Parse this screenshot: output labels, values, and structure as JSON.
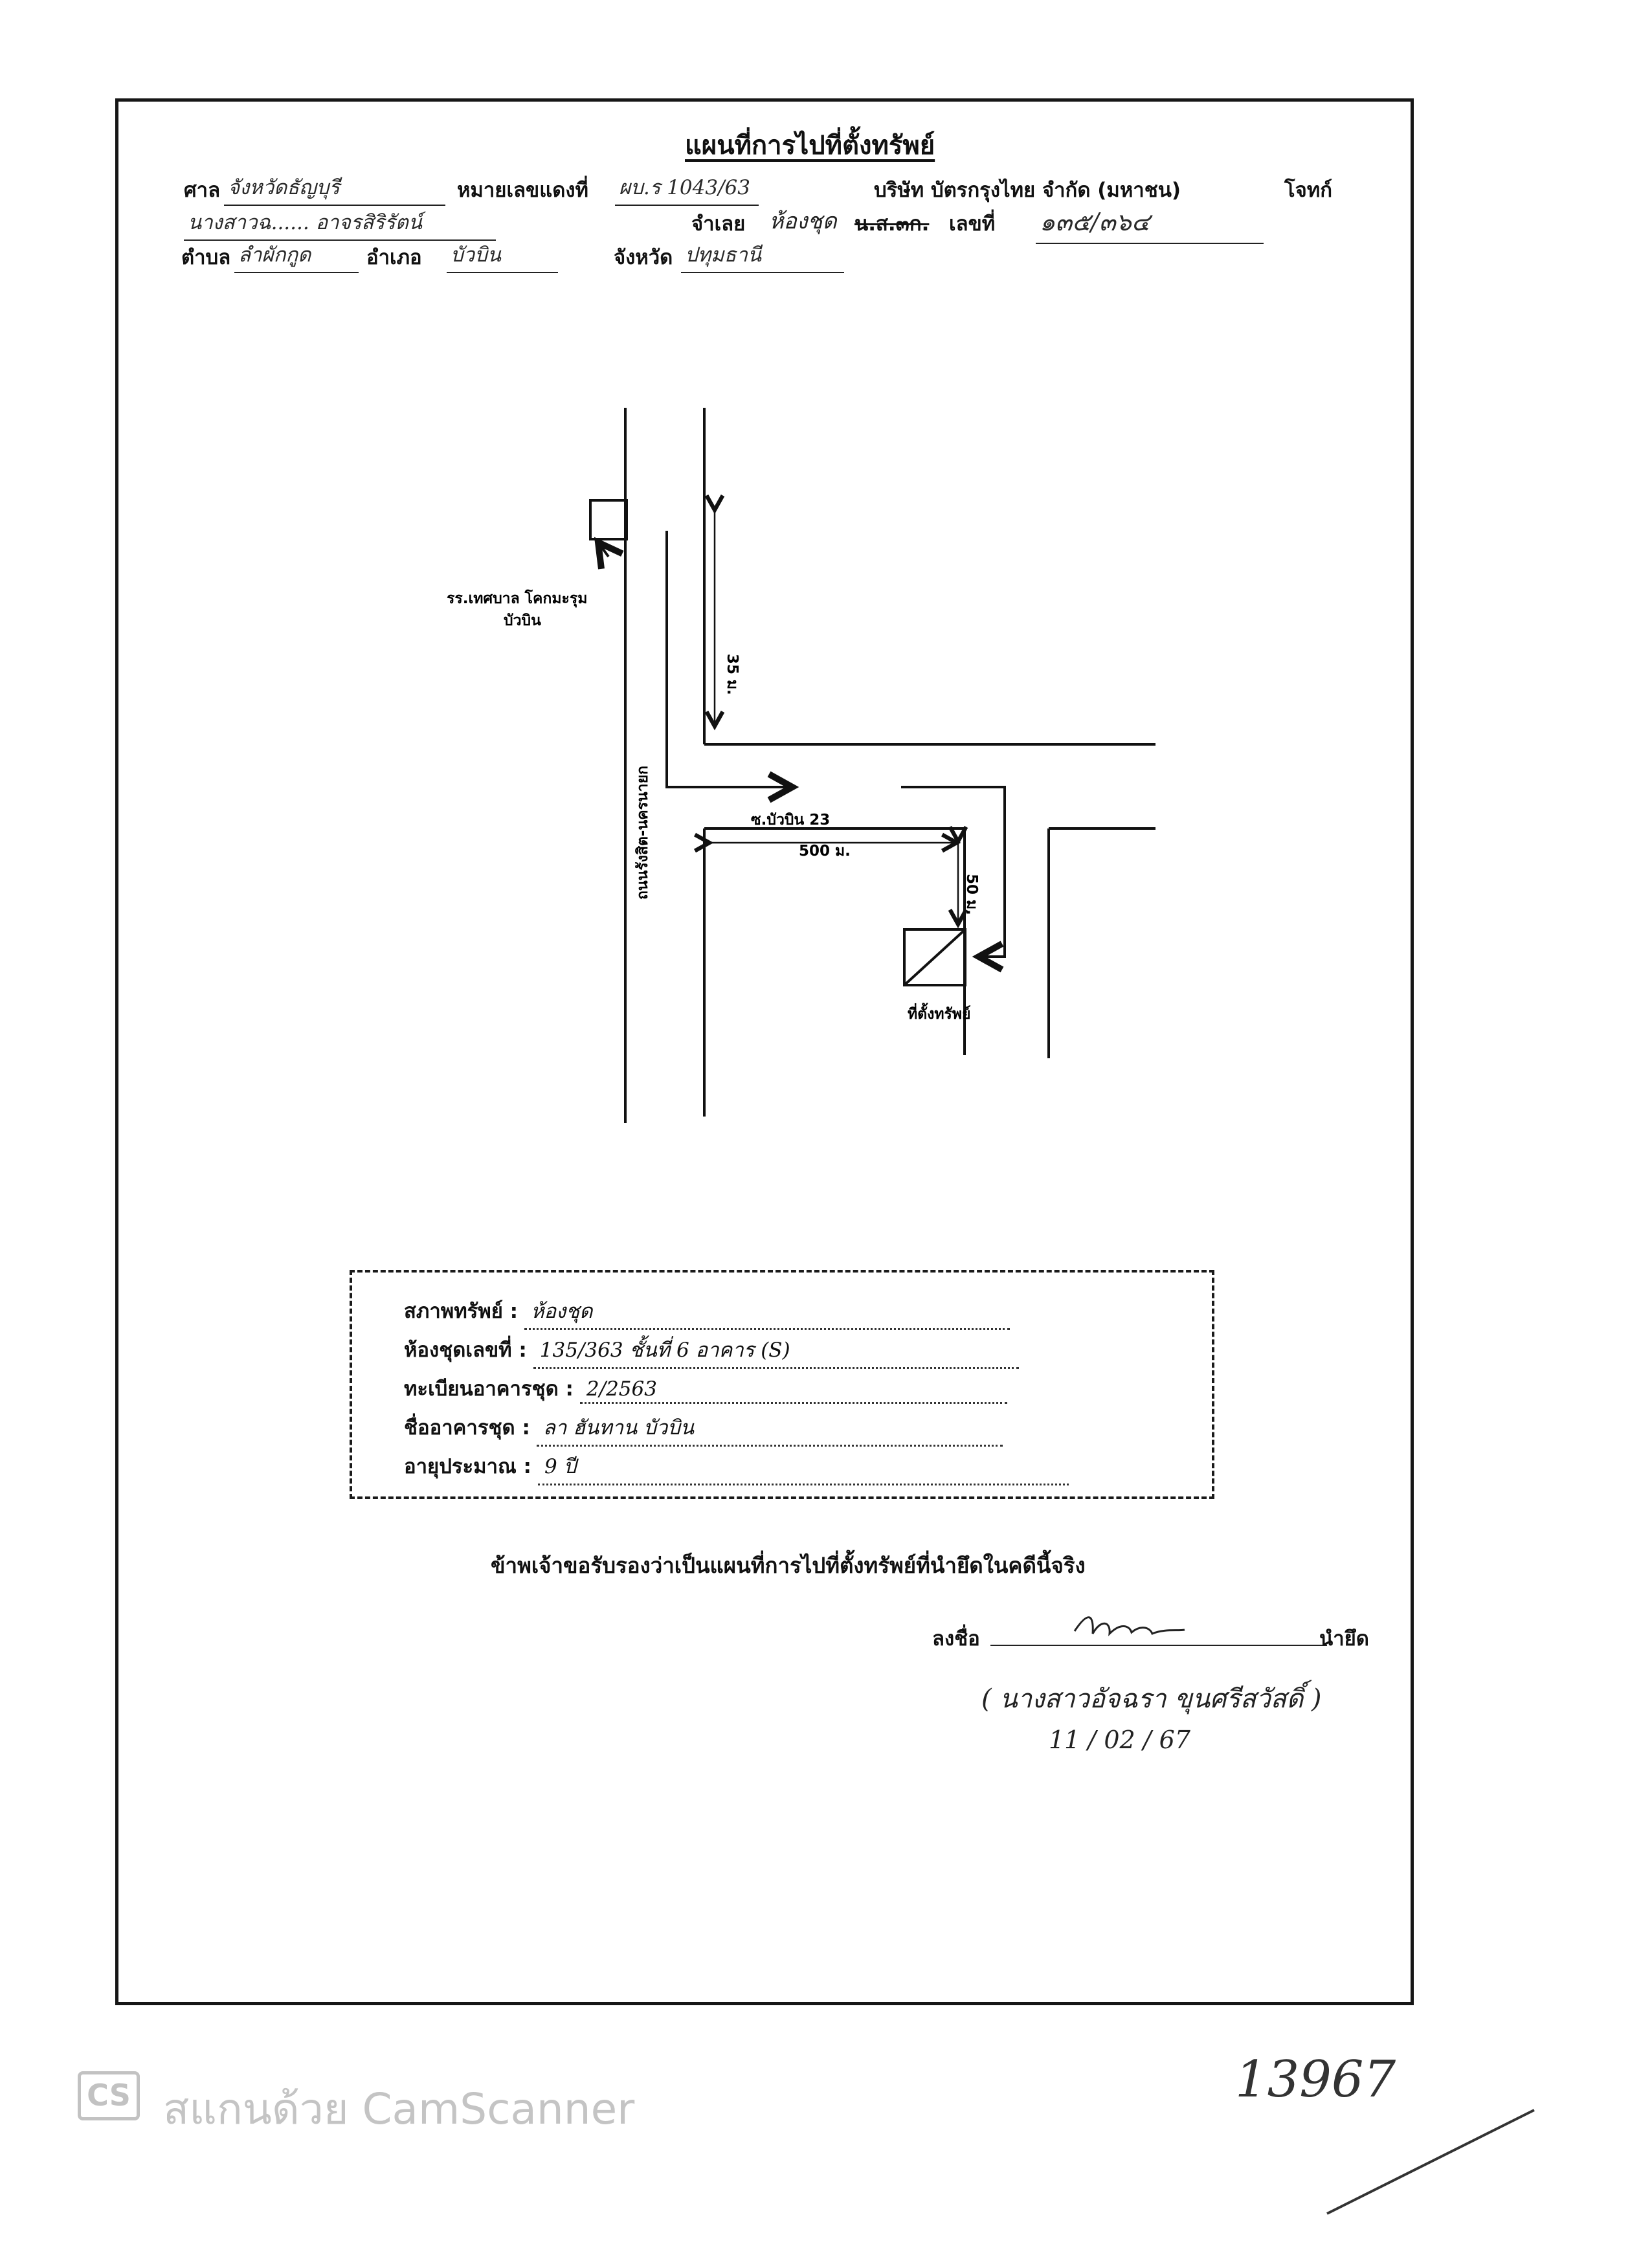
{
  "document": {
    "title": "แผนที่การไปที่ตั้งทรัพย์",
    "header": {
      "court_label": "ศาล",
      "court_value": "จังหวัดธัญบุรี",
      "case_no_label": "หมายเลขแดงที่",
      "case_no_value": "ผบ.ร 1043/63",
      "plaintiff": "บริษัท บัตรกรุงไทย จำกัด (มหาชน)",
      "plaintiff_role": "โจทก์",
      "defendant_value": "นางสาวฉ...... อาจรสิริรัตน์",
      "debtor_label": "จำเลย",
      "deed_type_value": "ห้องชุด",
      "deed_type_struck": "น.ส.๓ก.",
      "deed_no_label": "เลขที่",
      "deed_no_value": "๑๓๕/๓๖๔",
      "subdistrict_label": "ตำบล",
      "subdistrict_value": "ลำผักกูด",
      "district_label": "อำเภอ",
      "district_value": "บัวบิน",
      "province_label": "จังหวัด",
      "province_value": "ปทุมธานี"
    },
    "map": {
      "landmark_label": "รร.เทศบาล โคกมะรุม",
      "landmark_sub": "บัวบิน",
      "main_road_label": "ถนนรังสิต-นครนายก",
      "distance_vertical": "35 ม.",
      "soi_label": "ซ.บัวบิน 23",
      "distance_soi": "500 ม.",
      "distance_short": "50 ม.",
      "property_label": "ที่ตั้งทรัพย์"
    },
    "info": {
      "property_type_label": "สภาพทรัพย์ :",
      "property_type_value": "ห้องชุด",
      "unit_no_label": "ห้องชุดเลขที่ :",
      "unit_no_value": "135/363 ชั้นที่ 6 อาคาร (S)",
      "registration_label": "ทะเบียนอาคารชุด :",
      "registration_value": "2/2563",
      "building_name_label": "ชื่ออาคารชุด :",
      "building_name_value": "ลา ฮันทาน บัวบิน",
      "age_label": "อายุประมาณ :",
      "age_value": "9 ปี"
    },
    "certification": "ข้าพเจ้าขอรับรองว่าเป็นแผนที่การไปที่ตั้งทรัพย์ที่นำยึดในคดีนี้จริง",
    "signature": {
      "sign_label": "ลงชื่อ",
      "role": "นำยึด",
      "name": "( นางสาวอัจฉรา ขุนศรีสวัสดิ์ )",
      "date": "11 / 02 / 67"
    },
    "scanner_watermark": "สแกนด้วย CamScanner",
    "scanner_logo_text": "CS",
    "page_mark": "13967"
  },
  "colors": {
    "ink": "#111111",
    "watermark": "#c4c4c4"
  }
}
